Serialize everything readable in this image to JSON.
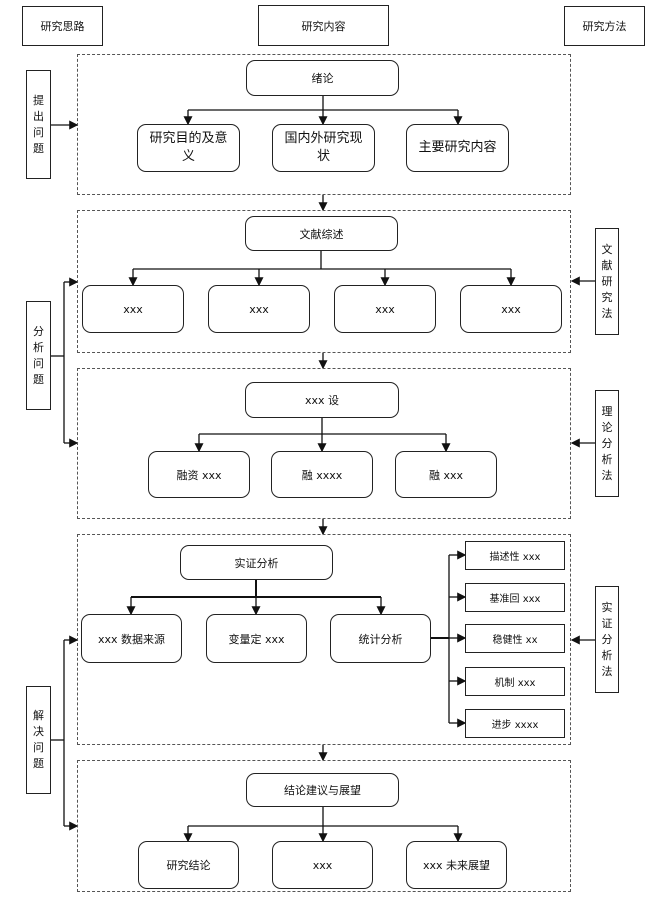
{
  "headers": {
    "left": "研究思路",
    "center": "研究内容",
    "right": "研究方法"
  },
  "left_labels": {
    "raise": [
      "提",
      "出",
      "问",
      "题"
    ],
    "analyze": [
      "分",
      "析",
      "问",
      "题"
    ],
    "solve": [
      "解",
      "决",
      "问",
      "题"
    ]
  },
  "right_labels": {
    "literature": [
      "文",
      "献",
      "研",
      "究",
      "法"
    ],
    "theory": [
      "理",
      "论",
      "分",
      "析",
      "法"
    ],
    "empirical": [
      "实",
      "证",
      "分",
      "析",
      "法"
    ]
  },
  "section1": {
    "title": "绪论",
    "items": [
      "研究目的及意义",
      "国内外研究现状",
      "主要研究内容"
    ]
  },
  "section2": {
    "title": "文献综述",
    "items": [
      "xxx",
      "xxx",
      "xxx",
      "xxx"
    ]
  },
  "section3": {
    "title": "xxx 设",
    "items": [
      "融资 xxx",
      "融 xxxx",
      "融 xxx"
    ]
  },
  "section4": {
    "title": "实证分析",
    "items": [
      "xxx 数据来源",
      "变量定 xxx",
      "统计分析"
    ],
    "sub_items": [
      "描述性 xxx",
      "基准回 xxx",
      "稳健性 xx",
      "机制 xxx",
      "进步 xxxx"
    ]
  },
  "section5": {
    "title": "结论建议与展望",
    "items": [
      "研究结论",
      "xxx",
      "xxx 未来展望"
    ]
  }
}
